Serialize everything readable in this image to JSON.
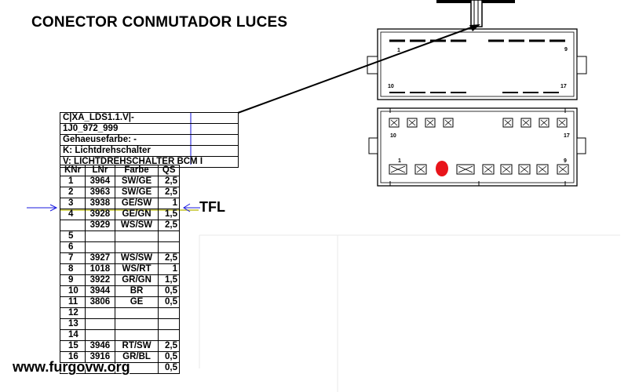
{
  "title": "CONECTOR CONMUTADOR LUCES",
  "header_rows": [
    "C|XA_LDS1.1.V|-",
    "1J0_972_999",
    "Gehaeusefarbe: -",
    "K: Lichtdrehschalter",
    "V: LICHTDREHSCHALTER BCM I"
  ],
  "columns": [
    "KNr",
    "LNr",
    "Farbe",
    "QS"
  ],
  "rows": [
    {
      "knr": "1",
      "lnr": "3964",
      "farbe": "SW/GE",
      "qs": "2,5"
    },
    {
      "knr": "2",
      "lnr": "3963",
      "farbe": "SW/GE",
      "qs": "2,5"
    },
    {
      "knr": "3",
      "lnr": "3938",
      "farbe": "GE/SW",
      "qs": "1"
    },
    {
      "knr": "4",
      "lnr": "3928",
      "farbe": "GE/GN",
      "qs": "1,5"
    },
    {
      "knr": "",
      "lnr": "3929",
      "farbe": "WS/SW",
      "qs": "2,5"
    },
    {
      "knr": "5",
      "lnr": "",
      "farbe": "",
      "qs": ""
    },
    {
      "knr": "6",
      "lnr": "",
      "farbe": "",
      "qs": ""
    },
    {
      "knr": "7",
      "lnr": "3927",
      "farbe": "WS/SW",
      "qs": "2,5"
    },
    {
      "knr": "8",
      "lnr": "1018",
      "farbe": "WS/RT",
      "qs": "1"
    },
    {
      "knr": "9",
      "lnr": "3922",
      "farbe": "GR/GN",
      "qs": "1,5"
    },
    {
      "knr": "10",
      "lnr": "3944",
      "farbe": "BR",
      "qs": "0,5"
    },
    {
      "knr": "11",
      "lnr": "3806",
      "farbe": "GE",
      "qs": "0,5"
    },
    {
      "knr": "12",
      "lnr": "",
      "farbe": "",
      "qs": ""
    },
    {
      "knr": "13",
      "lnr": "",
      "farbe": "",
      "qs": ""
    },
    {
      "knr": "14",
      "lnr": "",
      "farbe": "",
      "qs": ""
    },
    {
      "knr": "15",
      "lnr": "3946",
      "farbe": "RT/SW",
      "qs": "2,5"
    },
    {
      "knr": "16",
      "lnr": "3916",
      "farbe": "GR/BL",
      "qs": "0,5"
    },
    {
      "knr": "",
      "lnr": "",
      "farbe": "",
      "qs": "0,5"
    }
  ],
  "tfl_label": "TFL",
  "connector_pin_labels": {
    "top_left": "1",
    "top_right": "9",
    "bottom_left": "10",
    "bottom_right": "17"
  },
  "face_pin_labels": {
    "upper_left": "10",
    "upper_right": "17",
    "lower_left": "1",
    "lower_right": "9"
  },
  "watermark": "www.furgovw.org",
  "colors": {
    "arrow": "#1a1adf",
    "highlight_line": "#b8b800",
    "pin_marker": "#e8141a",
    "divider": "#3a3ae0"
  }
}
